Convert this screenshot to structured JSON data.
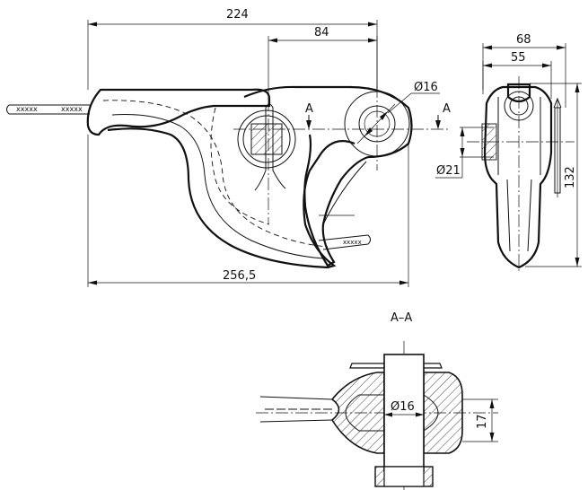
{
  "drawing": {
    "dimensions": {
      "d224": "224",
      "d84": "84",
      "d68": "68",
      "d55": "55",
      "d16_top": "Ø16",
      "d21": "Ø21",
      "d132": "132",
      "d2565": "256,5",
      "d16_section": "Ø16",
      "d17": "17"
    },
    "section_marks": {
      "left": "A",
      "right": "A"
    },
    "section_title": "A–A",
    "cable_marks": {
      "left_cable_1": "xxxxx",
      "left_cable_2": "xxxxx",
      "right_cable": "xxxxx"
    }
  }
}
